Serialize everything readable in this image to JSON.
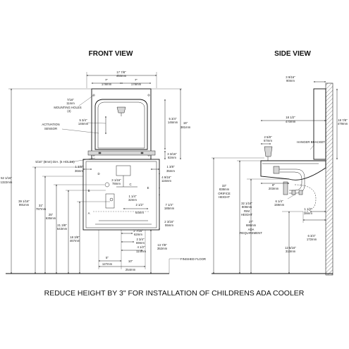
{
  "front_view": {
    "title": "FRONT VIEW",
    "dims": {
      "overall_width": "17 7/8\"",
      "overall_width_mm": "454mm",
      "top_left": "7\"",
      "top_left_mm": "178mm",
      "top_right": "7\"",
      "top_right_mm": "178mm",
      "mount_holes": "7/16\"",
      "mount_holes_mm": "11mm",
      "mount_holes_label": "MOUNTING HOLES",
      "mount_holes_count": "(4)",
      "activation": "ACTIVATION",
      "sensor": "SENSOR",
      "left_5_3_4": "5 3/4\"",
      "left_5_3_4_mm": "146mm",
      "right_5_3_4": "5 3/4\"",
      "right_5_3_4_mm": "146mm",
      "right_15": "15\"",
      "right_15_mm": "381mm",
      "holes_5_16": "5/16\" (8mm) DIA. (6 HOLES)",
      "right_3_3_16": "3 3/16\"",
      "right_3_3_16_mm": "82mm",
      "left_1_3_8": "1 3/8\"",
      "left_1_3_8_mm": "36mm",
      "right_1_3_8": "1 3/8\"",
      "right_1_3_8_mm": "35mm",
      "right_4_9_16": "4 9/16\"",
      "right_4_9_16_mm": "116mm",
      "center_1_1_4": "1 1/4\"",
      "center_1_1_4_mm": "32mm",
      "center_3_1_16": "3 1/16\"",
      "center_3_1_16_mm": "78mm",
      "right_7_1_4": "7 1/4\"",
      "right_7_1_4_mm": "185mm",
      "center_2_1_2": "2 1/2\"",
      "center_2_1_2_mm": "64mm",
      "right_2_3_16": "2 3/16\"",
      "right_2_3_16_mm": "55mm",
      "bottom_2_7_16": "2 7/16\"",
      "bottom_2_7_16_mm": "62mm",
      "bottom_2_3_4": "2 3/4\"",
      "bottom_2_3_4_mm": "69mm",
      "bottom_4_1_2": "4 1/2\"",
      "bottom_4_1_2_mm": "114mm",
      "bottom_5": "5\"",
      "bottom_5_mm": "127mm",
      "bottom_10": "10\"",
      "bottom_10_mm": "254mm",
      "right_13_7_8": "13 7/8\"",
      "right_13_7_8_mm": "352mm",
      "left_52": "52 1/16\"",
      "left_52_mm": "1322mm",
      "left_39": "39 1/16\"",
      "left_39_mm": "991mm",
      "left_31": "31\"",
      "left_31_mm": "787mm",
      "left_25": "25\"",
      "left_25_mm": "635mm",
      "left_21": "21 3/8\"",
      "left_21_mm": "543mm",
      "left_18": "18 3/8\"",
      "left_18_mm": "467mm",
      "finished_floor": "FINISHED FLOOR",
      "letter_a": "A",
      "letter_b": "B",
      "letter_c": "C",
      "letter_d": "D",
      "letter_e": "E"
    }
  },
  "side_view": {
    "title": "SIDE VIEW",
    "dims": {
      "top_3_9_16": "3 9/16\"",
      "top_3_9_16_mm": "90mm",
      "depth_18_1_2": "18 1/2\"",
      "depth_18_1_2_mm": "470mm",
      "right_18_7_8": "18 7/8\"",
      "right_18_7_8_mm": "479mm",
      "left_2_5_8": "2 5/8\"",
      "left_2_5_8_mm": "67mm",
      "hanger_bracket": "HANGER BRACKET",
      "orifice_33": "33\"",
      "orifice_33_mm": "838mm",
      "orifice_label_1": "ORIFICE",
      "orifice_label_2": "HEIGHT",
      "rim_32": "32 1/16\"",
      "rim_32_mm": "808mm",
      "rim_label_1": "RIM",
      "rim_label_2": "HEIGHT",
      "mid_8": "8\"",
      "mid_8_mm": "203mm",
      "mid_6_1_4": "6 1/4\"",
      "mid_6_1_4_mm": "159mm",
      "ada_27": "27\"",
      "ada_27_mm": "686mm",
      "ada_label_1": "ADA",
      "ada_label_2": "REQUIREMENT",
      "right_1_1_2": "1 1/2\"",
      "right_1_1_2_mm": "38mm",
      "right_6_3_4": "6 3/4\"",
      "right_6_3_4_mm": "172mm",
      "bottom_12": "12 5/16\"",
      "bottom_12_mm": "313mm"
    }
  },
  "footnote": "REDUCE HEIGHT BY 3\" FOR INSTALLATION OF CHILDRENS ADA COOLER"
}
